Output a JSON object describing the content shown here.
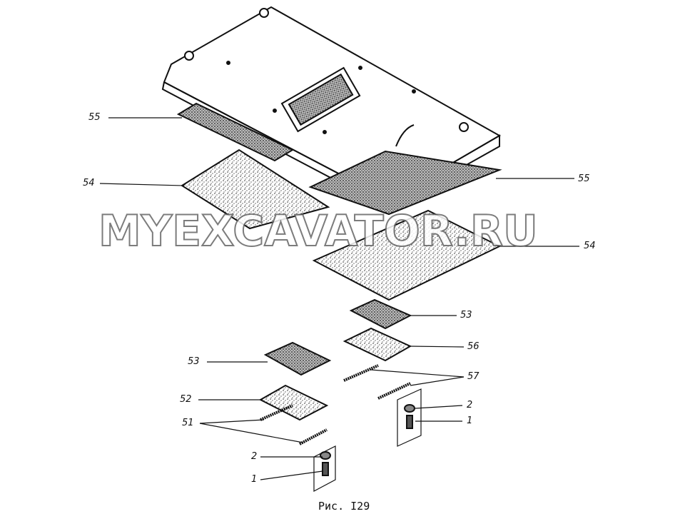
{
  "figure": {
    "caption": "Рис. I29",
    "watermark": "MYEXCAVATOR.RU",
    "callouts": [
      {
        "id": "55a",
        "text": "55"
      },
      {
        "id": "54a",
        "text": "54"
      },
      {
        "id": "55b",
        "text": "55"
      },
      {
        "id": "54b",
        "text": "54"
      },
      {
        "id": "53a",
        "text": "53"
      },
      {
        "id": "56",
        "text": "56"
      },
      {
        "id": "57",
        "text": "57"
      },
      {
        "id": "53b",
        "text": "53"
      },
      {
        "id": "52",
        "text": "52"
      },
      {
        "id": "51",
        "text": "51"
      },
      {
        "id": "2a",
        "text": "2"
      },
      {
        "id": "1a",
        "text": "1"
      },
      {
        "id": "2b",
        "text": "2"
      },
      {
        "id": "1b",
        "text": "1"
      }
    ]
  }
}
